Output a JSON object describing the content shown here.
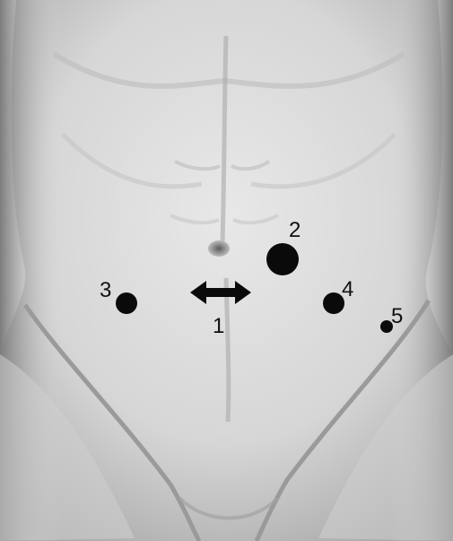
{
  "figure": {
    "colors": {
      "background": "#ffffff",
      "skin_light": "#e4e4e4",
      "skin_mid": "#c9c9c9",
      "skin_dark": "#8f8f8f",
      "marker": "#0a0a0a"
    },
    "markers": [
      {
        "label": "1",
        "kind": "double-arrow"
      },
      {
        "label": "2",
        "kind": "large-dot"
      },
      {
        "label": "3",
        "kind": "dot"
      },
      {
        "label": "4",
        "kind": "dot"
      },
      {
        "label": "5",
        "kind": "small-dot"
      }
    ]
  }
}
